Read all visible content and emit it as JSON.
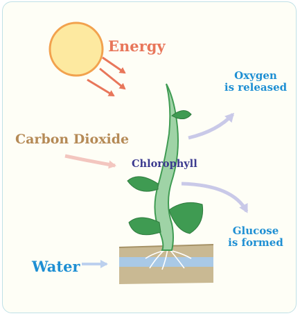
{
  "labels": {
    "energy": "Energy",
    "carbon_dioxide": "Carbon Dioxide",
    "chlorophyll": "Chlorophyll",
    "oxygen_line1": "Oxygen",
    "oxygen_line2": "is released",
    "glucose_line1": "Glucose",
    "glucose_line2": "is formed",
    "water": "Water"
  },
  "colors": {
    "energy": "#e8765a",
    "carbon_dioxide": "#b58a56",
    "chlorophyll": "#3b3a8f",
    "products": "#1e8fd3",
    "water": "#1e8fd3",
    "sun_fill": "#fde9a0",
    "sun_stroke": "#f2a24e",
    "plant_green": "#3f9b52",
    "stem_green": "#9fd3a6",
    "soil": "#c9b993",
    "water_band": "#a9c9e6",
    "frame_border": "#bfe0e6",
    "background": "#fefef6"
  },
  "icons": [
    "sun-icon",
    "plant-icon",
    "soil-icon"
  ]
}
